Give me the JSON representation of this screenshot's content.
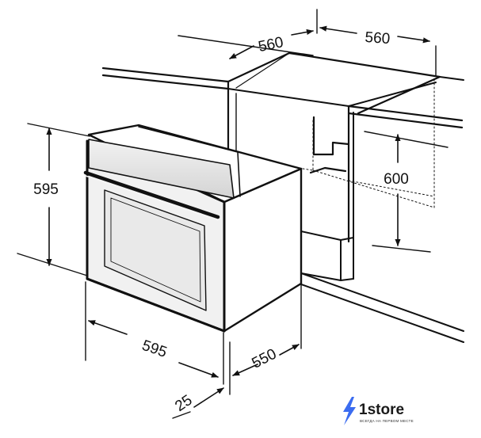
{
  "dimensions": {
    "niche_width": "560",
    "niche_depth": "560",
    "niche_height": "600",
    "oven_height": "595",
    "oven_width": "595",
    "oven_depth": "550",
    "front_projection": "25"
  },
  "logo": {
    "brand": "1store",
    "tagline": "ВСЕГДА НА ПЕРВОМ МЕСТЕ"
  },
  "colors": {
    "line": "#111111",
    "oven_panel": "#e2e2e2",
    "door_glass": "#e9e9e9",
    "logo_bolt": "#3b6cf0"
  }
}
